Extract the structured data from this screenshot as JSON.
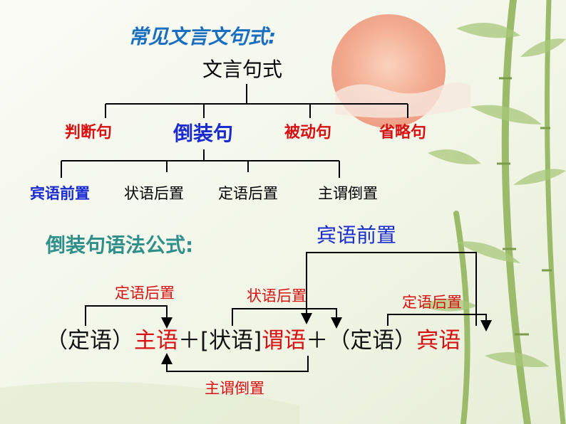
{
  "heading_types": "常见文言文句式:",
  "root": "文言句式",
  "level1": {
    "panduan": "判断句",
    "daozhuang": "倒装句",
    "beidong": "被动句",
    "shenglue": "省略句"
  },
  "level2": {
    "binyu_qianzhi": "宾语前置",
    "zhuangyu_houzhi": "状语后置",
    "dingyu_houzhi": "定语后置",
    "zhuwei_daozhi": "主谓倒置"
  },
  "heading_formula": "倒装句语法公式:",
  "formula": {
    "p1": "（定语）",
    "p2": "主语",
    "p3": "＋[状语]",
    "p4": "谓语",
    "p5": "＋（定语）",
    "p6": "宾语"
  },
  "labels": {
    "binyu_qianzhi": "宾语前置",
    "dingyu_houzhi_1": "定语后置",
    "zhuangyu_houzhi": "状语后置",
    "dingyu_houzhi_2": "定语后置",
    "zhuwei_daozhi": "主谓倒置"
  },
  "colors": {
    "red": "#d81010",
    "blue": "#1a2bd0",
    "heading_blue": "#1a6ec0",
    "heading_teal": "#2f8f8a"
  }
}
